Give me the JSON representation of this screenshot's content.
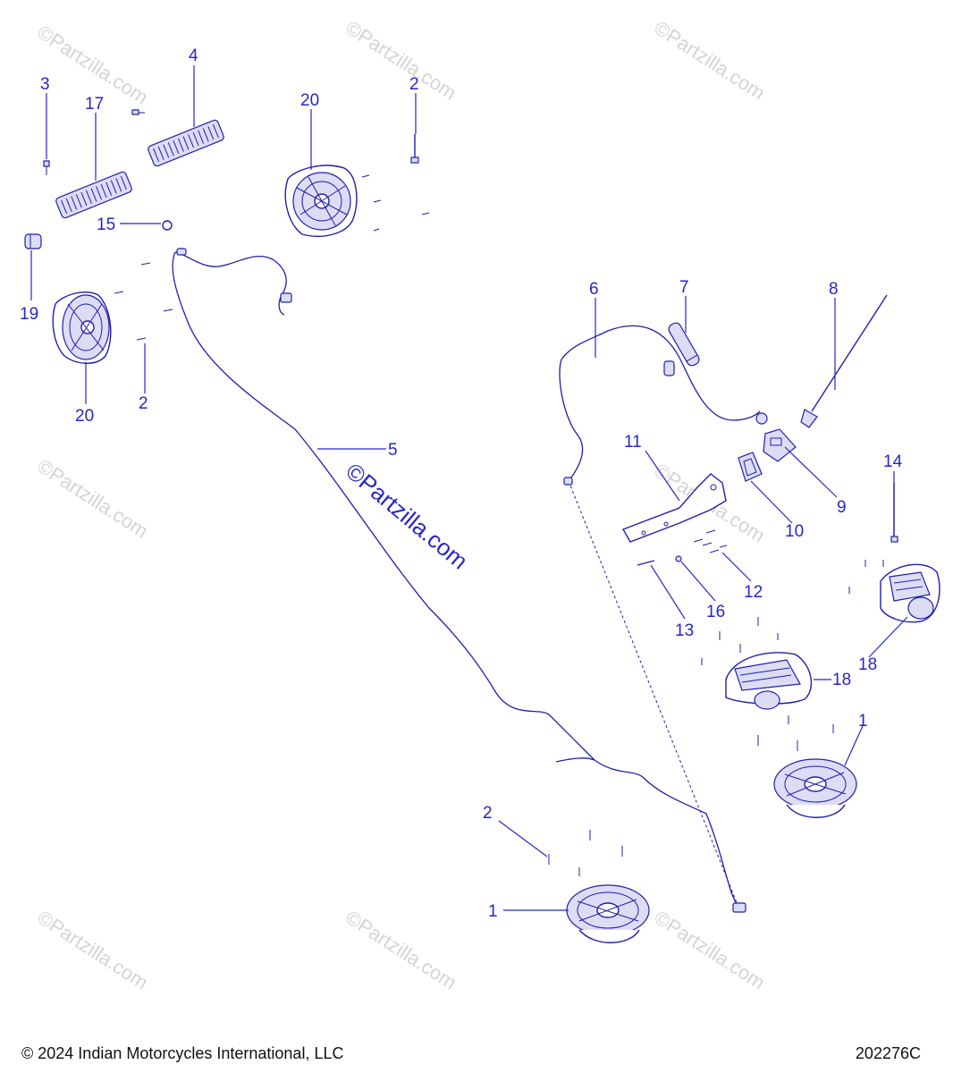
{
  "watermark": "©Partzilla.com",
  "callouts": {
    "c3": "3",
    "c17": "17",
    "c4": "4",
    "c20a": "20",
    "c2a": "2",
    "c15": "15",
    "c19": "19",
    "c20b": "20",
    "c2b": "2",
    "c5": "5",
    "c6": "6",
    "c7": "7",
    "c8": "8",
    "c11": "11",
    "c9": "9",
    "c10": "10",
    "c14": "14",
    "c12": "12",
    "c16": "16",
    "c13": "13",
    "c18a": "18",
    "c18b": "18",
    "c1a": "1",
    "c2c": "2",
    "c1b": "1"
  },
  "footer": {
    "copyright": "© 2024 Indian Motorcycles International, LLC",
    "diagram_id": "202276C"
  }
}
